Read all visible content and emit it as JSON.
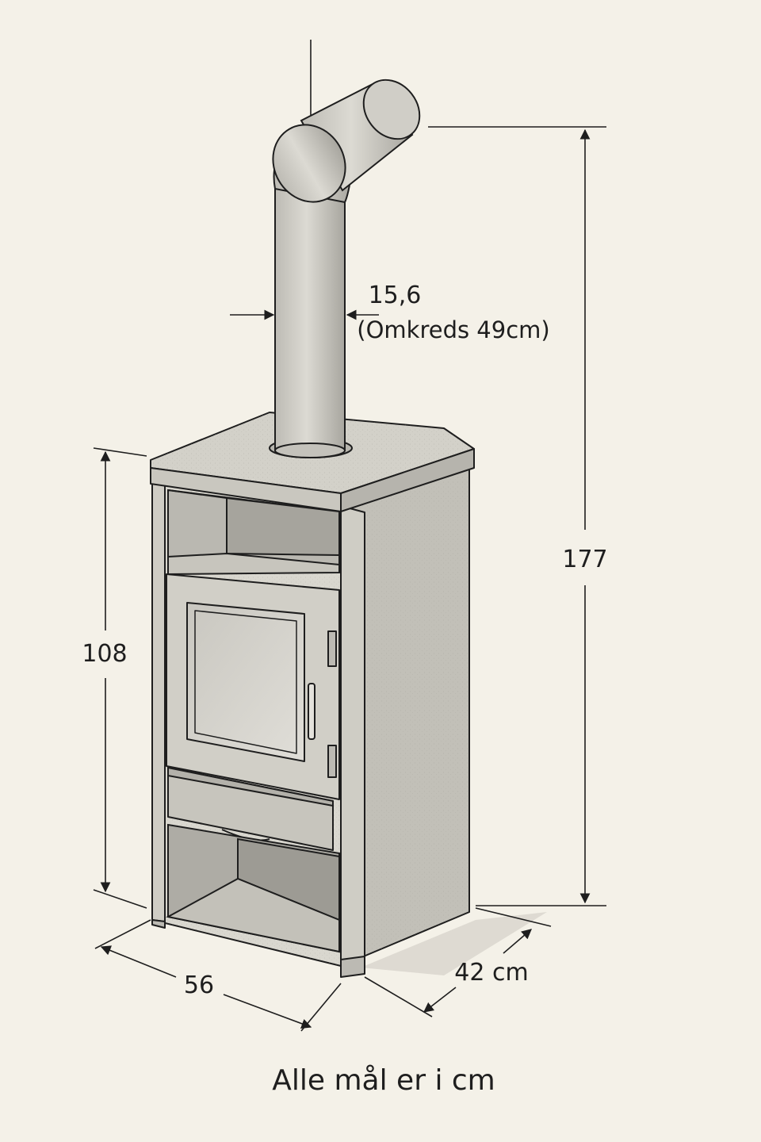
{
  "dimensions": {
    "total_height": "177",
    "stove_height": "108",
    "width": "56",
    "depth": "42 cm",
    "pipe_diameter": "15,6",
    "pipe_circumference": "(Omkreds 49cm)"
  },
  "caption": "Alle mål er i cm",
  "colors": {
    "background": "#f4f1e8",
    "line": "#1e1e1e",
    "stone_light": "#d6d4cc",
    "stone_mid": "#c4c2ba",
    "stone_dark": "#a9a79f"
  }
}
